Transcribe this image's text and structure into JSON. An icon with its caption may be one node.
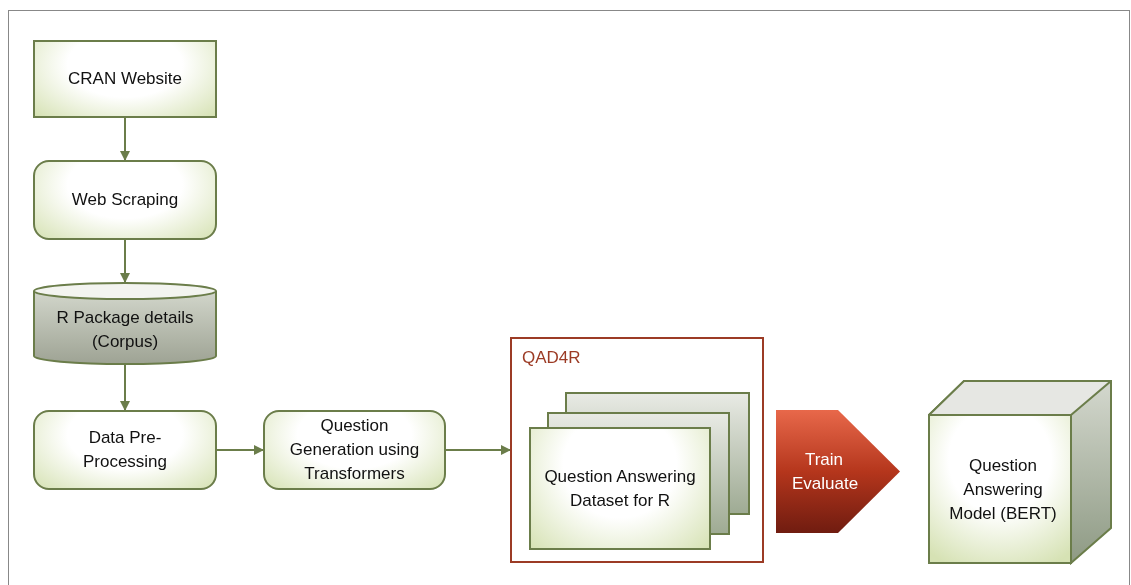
{
  "diagram": {
    "nodes": [
      {
        "text": [
          "CRAN Website"
        ]
      },
      {
        "text": [
          "Web Scraping"
        ]
      },
      {
        "text": [
          "R Package details (Corpus)"
        ]
      },
      {
        "text": [
          "Data Pre-Processing"
        ]
      },
      {
        "text": [
          "Question Generation using Transformers"
        ]
      },
      {
        "text": [
          "QAD4R"
        ]
      },
      {
        "text": [
          "Question Answering Dataset for R"
        ],
        "in": 5
      },
      {
        "text": [
          "Train Evaluate"
        ]
      },
      {
        "text": [
          "Question Answering Model (BERT)"
        ]
      }
    ],
    "edges": [
      {
        "from": 0,
        "to": 1,
        "arrow": "to"
      },
      {
        "from": 1,
        "to": 2,
        "arrow": "to"
      },
      {
        "from": 2,
        "to": 3,
        "arrow": "to"
      },
      {
        "from": 3,
        "to": 4,
        "arrow": "to"
      },
      {
        "from": 4,
        "to": 5,
        "arrow": "to"
      }
    ]
  }
}
